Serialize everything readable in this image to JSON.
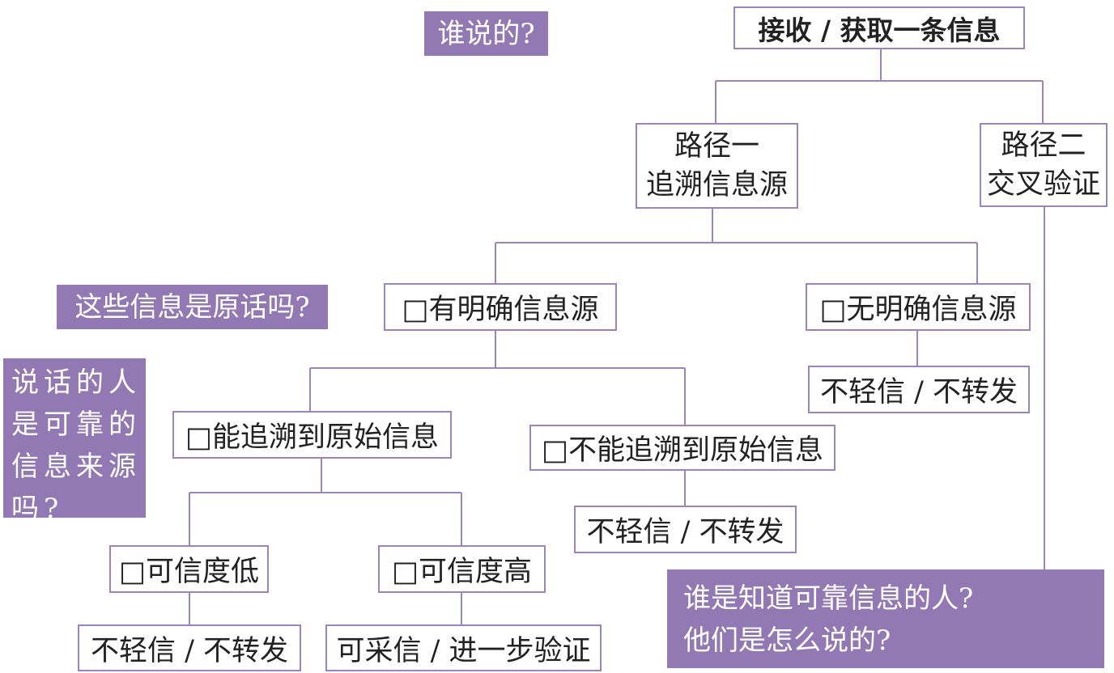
{
  "colors": {
    "purple": "#9379b4",
    "border": "#9a84bb",
    "line": "#9a84bb"
  },
  "root": "接收 / 获取一条信息",
  "path1": {
    "line1": "路径一",
    "line2": "追溯信息源"
  },
  "path2": {
    "line1": "路径二",
    "line2": "交叉验证"
  },
  "has_source": "□有明确信息源",
  "no_source": "□无明确信息源",
  "no_source_action": "不轻信 / 不转发",
  "traceable": "□能追溯到原始信息",
  "not_traceable": "□不能追溯到原始信息",
  "not_traceable_action": "不轻信 / 不转发",
  "low_credibility": "□可信度低",
  "high_credibility": "□可信度高",
  "low_action": "不轻信 / 不转发",
  "high_action": "可采信 / 进一步验证",
  "questions": {
    "who_said": "谁说的?",
    "original_words": "这些信息是原话吗?",
    "reliable_speaker": [
      "说话的人",
      "是可靠的",
      "信息来源",
      "吗?"
    ],
    "who_knows": [
      "谁是知道可靠信息的人?",
      "他们是怎么说的?"
    ]
  }
}
